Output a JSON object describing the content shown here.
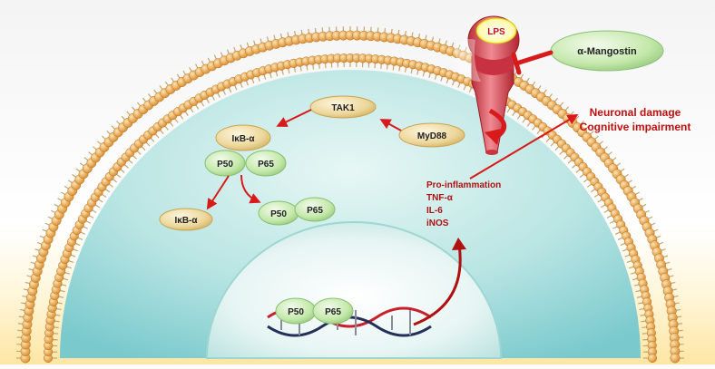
{
  "nodes": {
    "lps": "LPS",
    "mangostin": "α-Mangostin",
    "tak1": "TAK1",
    "myd88": "MyD88",
    "ikba_top": "IκB-α",
    "p50_top": "P50",
    "p65_top": "P65",
    "ikba_free": "IκB-α",
    "p50_mid": "P50",
    "p65_mid": "P65",
    "p50_dna": "P50",
    "p65_dna": "P65"
  },
  "outcomes": {
    "line1": "Neuronal damage",
    "line2": "Cognitive impairment"
  },
  "mediators": [
    "Pro-inflammation",
    "TNF-α",
    "IL-6",
    "iNOS"
  ],
  "colors": {
    "arrow": "#d81a1a",
    "text_red": "#b01010",
    "cytoplasm": "#8fd5d5",
    "membrane_head": "#e8a848",
    "oval_gold": "#e8d298",
    "oval_green": "#bfe6a8",
    "receptor": "#d9424f"
  }
}
